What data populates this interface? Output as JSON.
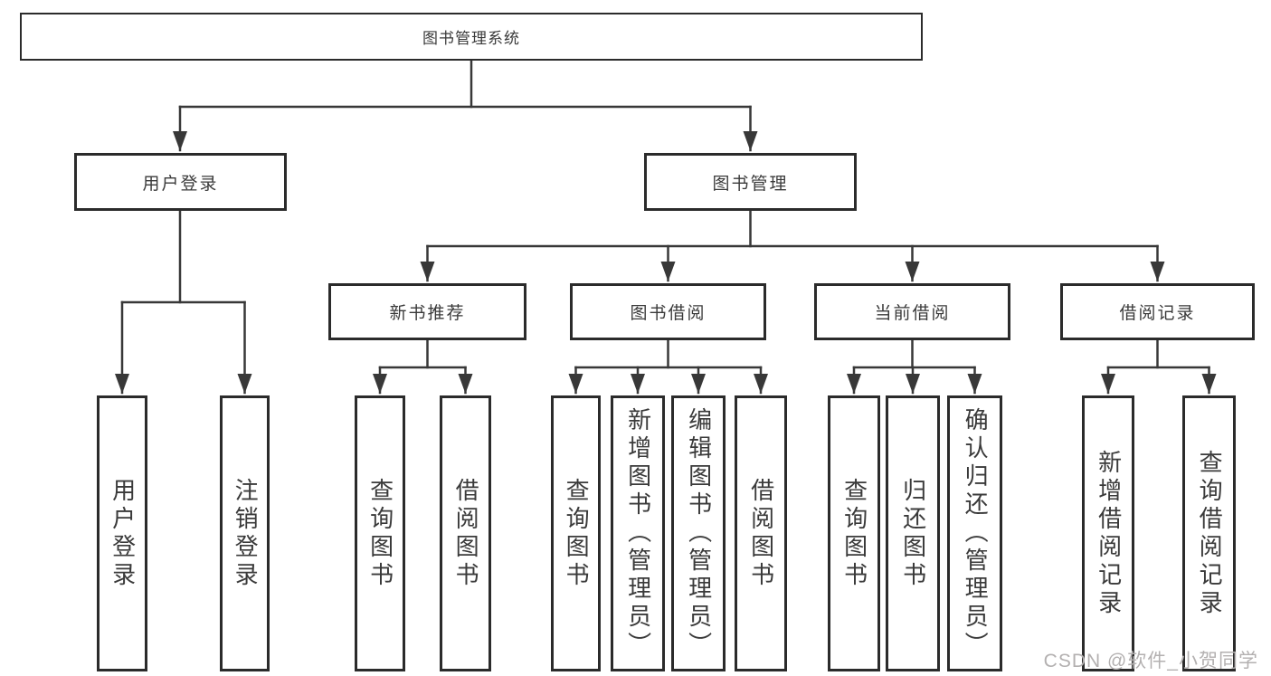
{
  "diagram_type": "hierarchy-tree",
  "tree": {
    "label": "图书管理系统",
    "children": [
      {
        "label": "用户登录",
        "children": [
          {
            "label": "用户登录"
          },
          {
            "label": "注销登录"
          }
        ]
      },
      {
        "label": "图书管理",
        "children": [
          {
            "label": "新书推荐",
            "children": [
              {
                "label": "查询图书"
              },
              {
                "label": "借阅图书"
              }
            ]
          },
          {
            "label": "图书借阅",
            "children": [
              {
                "label": "查询图书"
              },
              {
                "label": "新增图书（管理员）"
              },
              {
                "label": "编辑图书（管理员）"
              },
              {
                "label": "借阅图书"
              }
            ]
          },
          {
            "label": "当前借阅",
            "children": [
              {
                "label": "查询图书"
              },
              {
                "label": "归还图书"
              },
              {
                "label": "确认归还（管理员）"
              }
            ]
          },
          {
            "label": "借阅记录",
            "children": [
              {
                "label": "新增借阅记录"
              },
              {
                "label": "查询借阅记录"
              }
            ]
          }
        ]
      }
    ]
  },
  "watermark": {
    "text": "CSDN @软件_小贺同学"
  },
  "colors": {
    "background": "#ffffff",
    "box_border": "#2b2b2b",
    "connector": "#383838",
    "text": "#3a3a3a",
    "watermark": "#b3b0b0"
  }
}
